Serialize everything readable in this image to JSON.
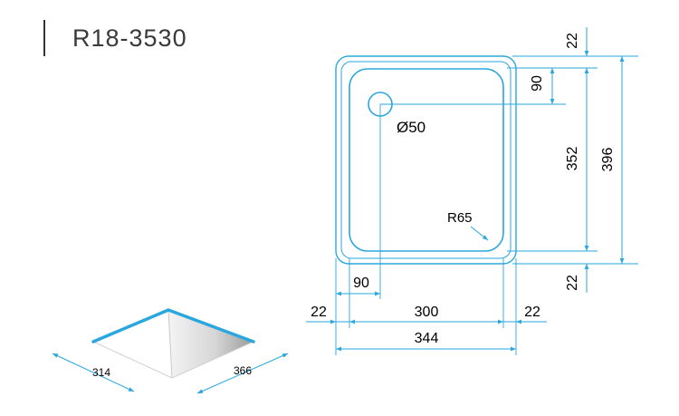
{
  "model": "R18-3530",
  "colors": {
    "outline": "#2aa7de",
    "dimension": "#2aa7de",
    "text": "#000000",
    "edge_highlight": "#2aa7de"
  },
  "top_view": {
    "drain_label": "Ø50",
    "corner_radius_label": "R65"
  },
  "dimensions": {
    "right_top_rim": "22",
    "drain_offset_vertical": "90",
    "inner_height": "352",
    "outer_height": "396",
    "right_bottom_rim": "22",
    "drain_offset_horizontal": "90",
    "left_rim": "22",
    "inner_width": "300",
    "right_rim": "22",
    "outer_width": "344"
  },
  "iso_view": {
    "width_label": "314",
    "depth_label": "366"
  }
}
